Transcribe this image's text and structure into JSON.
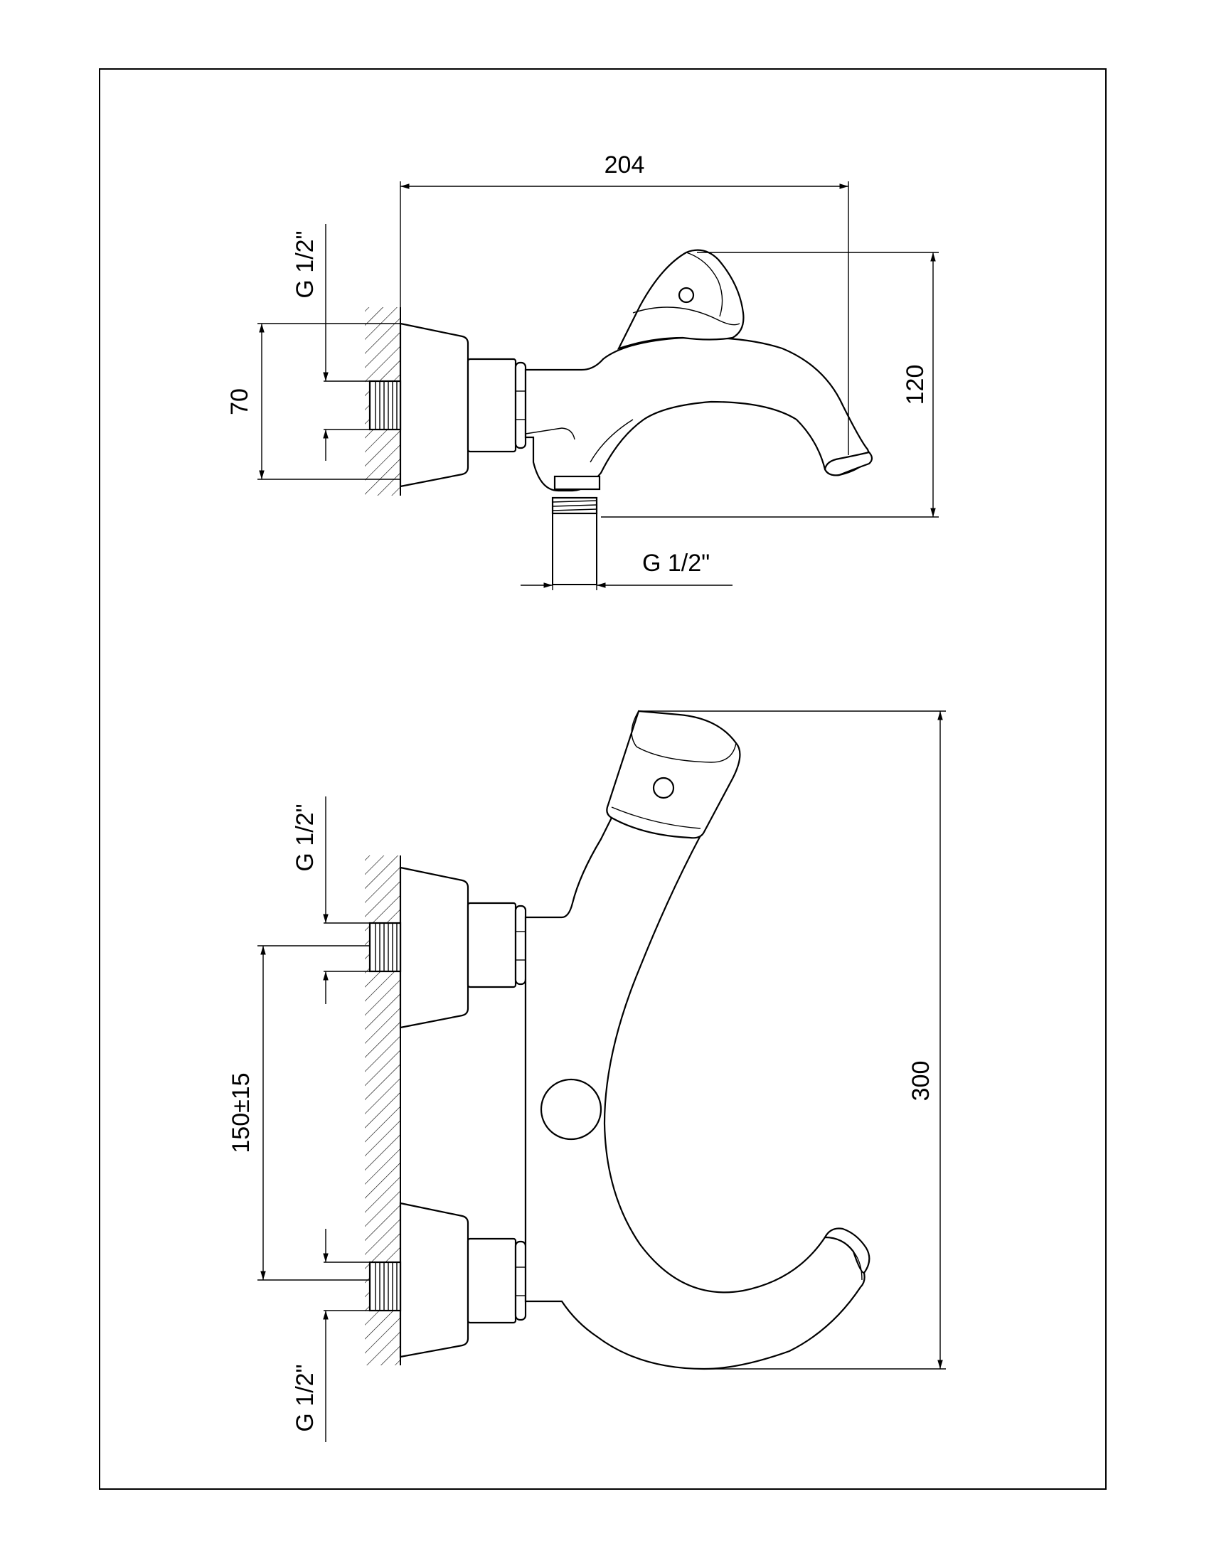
{
  "top_view": {
    "width_dim": "204",
    "height_dim": "120",
    "wall_dim": "70",
    "inlet_thread": "G 1/2\"",
    "outlet_thread": "G 1/2\""
  },
  "front_view": {
    "height_dim": "300",
    "centers_dim": "150±15",
    "upper_thread": "G 1/2\"",
    "lower_thread": "G 1/2\""
  }
}
